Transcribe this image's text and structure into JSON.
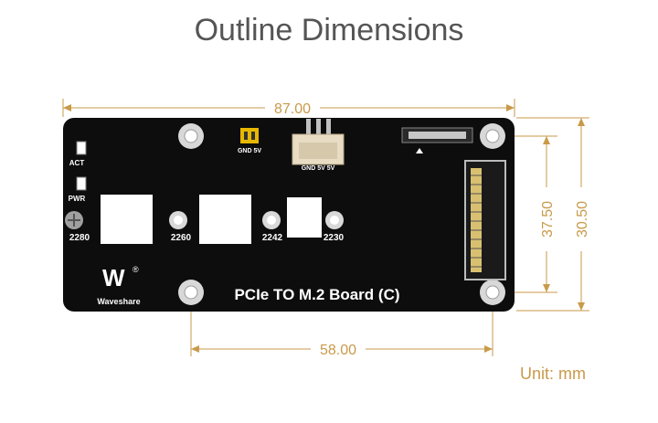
{
  "title": "Outline Dimensions",
  "dimensions": {
    "width_top": "87.00",
    "hole_spacing_bottom": "58.00",
    "height_inner": "37.50",
    "height_outer": "30.50"
  },
  "unit": "Unit: mm",
  "board": {
    "name": "PCIe TO M.2 Board (C)",
    "brand": "Waveshare",
    "labels": {
      "act": "ACT",
      "pwr": "PWR",
      "s2280": "2280",
      "s2260": "2260",
      "s2242": "2242",
      "s2230": "2230",
      "gnd5v_a": "GND 5V",
      "gnd5v_b": "GND 5V 5V"
    }
  },
  "colors": {
    "dimension": "#c99a4a",
    "board": "#0d0d0d",
    "title": "#555555"
  }
}
